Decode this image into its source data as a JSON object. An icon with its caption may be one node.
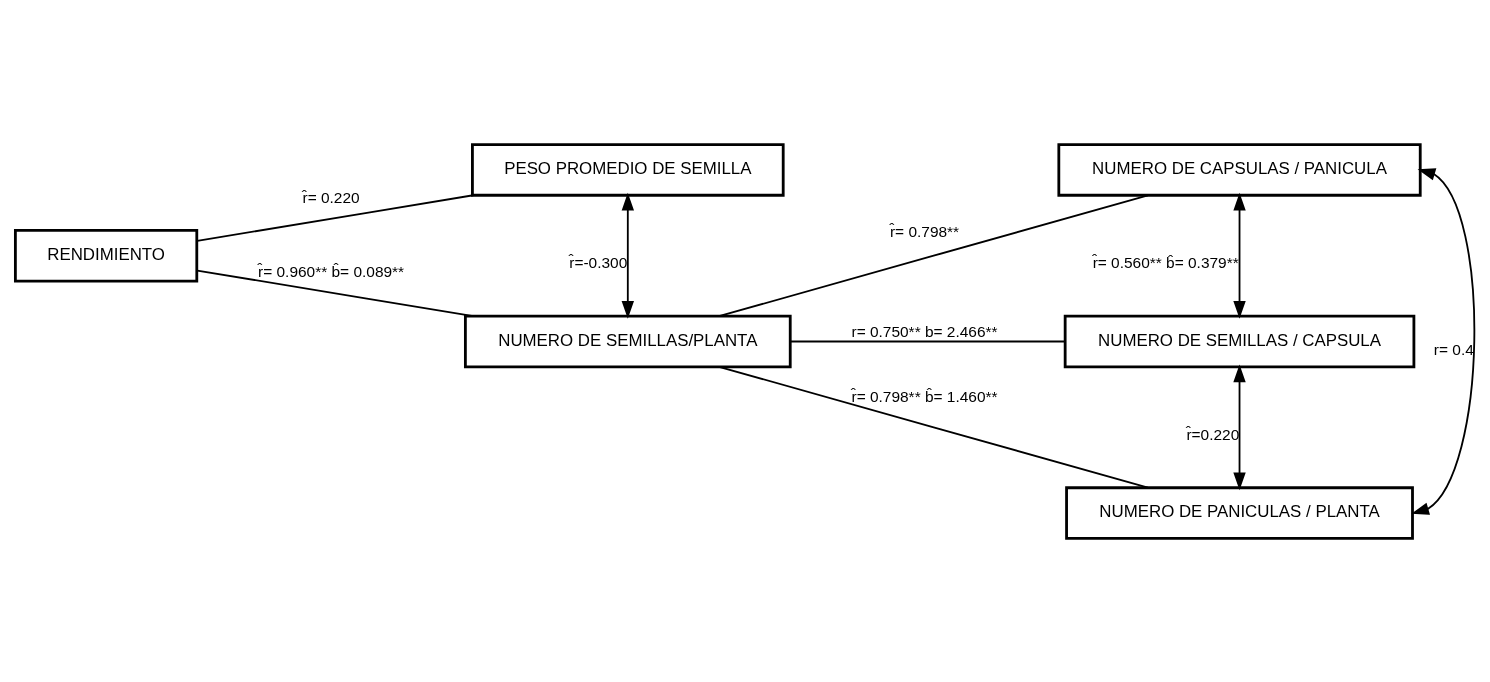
{
  "diagram": {
    "nodes": [
      {
        "text": [
          "RENDIMIENTO"
        ]
      },
      {
        "text": [
          "PESO PROMEDIO DE SEMILLA"
        ]
      },
      {
        "text": [
          "NUMERO DE SEMILLAS/PLANTA"
        ]
      },
      {
        "text": [
          "NUMERO DE CAPSULAS / PANICULA"
        ]
      },
      {
        "text": [
          "NUMERO DE SEMILLAS / CAPSULA"
        ]
      },
      {
        "text": [
          "NUMERO DE PANICULAS / PLANTA"
        ]
      }
    ],
    "edges": [
      {
        "from": 0,
        "to": 1,
        "arrow": "none",
        "label": "r̂= 0.220"
      },
      {
        "from": 0,
        "to": 2,
        "arrow": "none",
        "label": "r̂= 0.960** b̂= 0.089**"
      },
      {
        "from": 1,
        "to": 2,
        "arrow": "both",
        "label": "r̂=-0.300"
      },
      {
        "from": 2,
        "to": 3,
        "arrow": "none",
        "label": "r̂= 0.798**"
      },
      {
        "from": 2,
        "to": 4,
        "arrow": "none",
        "label": "r= 0.750** b= 2.466**"
      },
      {
        "from": 2,
        "to": 5,
        "arrow": "none",
        "label": "r̂= 0.798** b̂= 1.460**"
      },
      {
        "from": 3,
        "to": 4,
        "arrow": "both",
        "label": "r̂= 0.560** b̂= 0.379**"
      },
      {
        "from": 4,
        "to": 5,
        "arrow": "both",
        "label": "r̂=0.220"
      },
      {
        "from": 3,
        "to": 5,
        "arrow": "both",
        "label": "r= 0.4"
      }
    ]
  }
}
